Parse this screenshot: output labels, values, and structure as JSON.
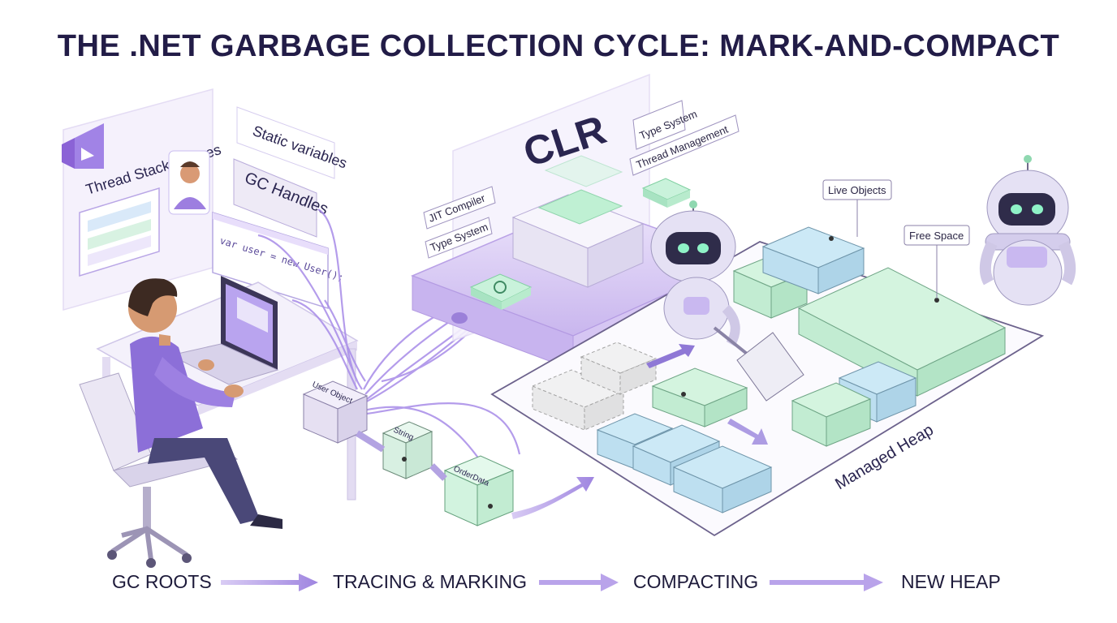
{
  "title": "THE .NET GARBAGE COLLECTION CYCLE: MARK-AND-COMPACT",
  "roots": {
    "thread_stack": "Thread Stack Frames",
    "static_vars": "Static variables",
    "gc_handles": "GC Handles",
    "code": "var user = new User();"
  },
  "clr": {
    "title": "CLR",
    "jit": "JIT Compiler",
    "type_system_left": "Type System",
    "type_system_right": "Type System",
    "thread_mgmt": "Thread Management"
  },
  "objects": {
    "user": "User Object",
    "string": "String",
    "orderdata": "OrderData"
  },
  "heap": {
    "label": "Managed Heap",
    "live": "Live Objects",
    "free": "Free Space"
  },
  "steps": [
    "GC ROOTS",
    "TRACING & MARKING",
    "COMPACTING",
    "NEW HEAP"
  ],
  "colors": {
    "accent": "#8b6fd6",
    "live_green": "#c8f0d6",
    "live_blue": "#bfe3f2",
    "clr_purple": "#dcd0f5"
  }
}
